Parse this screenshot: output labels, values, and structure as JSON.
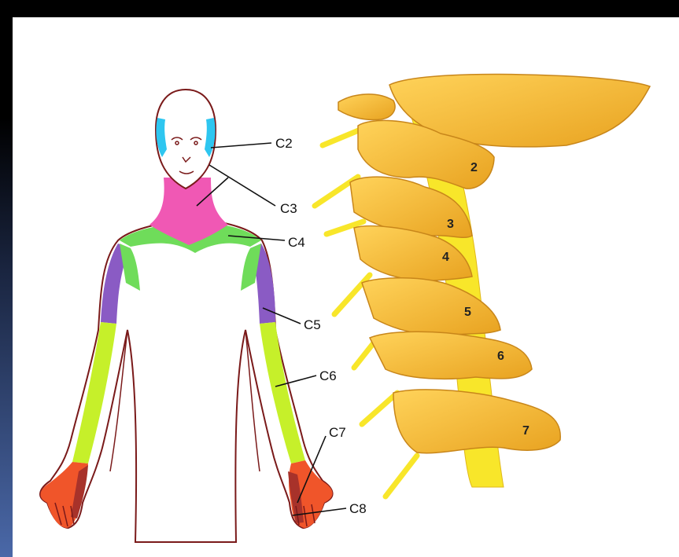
{
  "dermatome_labels": [
    "C2",
    "C3",
    "C4",
    "C5",
    "C6",
    "C7",
    "C8"
  ],
  "vertebra_numbers": [
    "2",
    "3",
    "4",
    "5",
    "6",
    "7"
  ],
  "colors": {
    "frame_dark": "#000000",
    "frame_blue": "#3a5790",
    "slide_white": "#ffffff",
    "body_outline": "#7a1a1a",
    "c2": "#2ec6f0",
    "c3": "#f058b4",
    "c4": "#6fdc5a",
    "c5": "#8a5bc4",
    "c6": "#c6f02a",
    "c7": "#f0552a",
    "c8": "#a8322a",
    "bone": "#f2b62a",
    "bone_edge": "#c8861a",
    "nerve": "#f8e62a"
  }
}
